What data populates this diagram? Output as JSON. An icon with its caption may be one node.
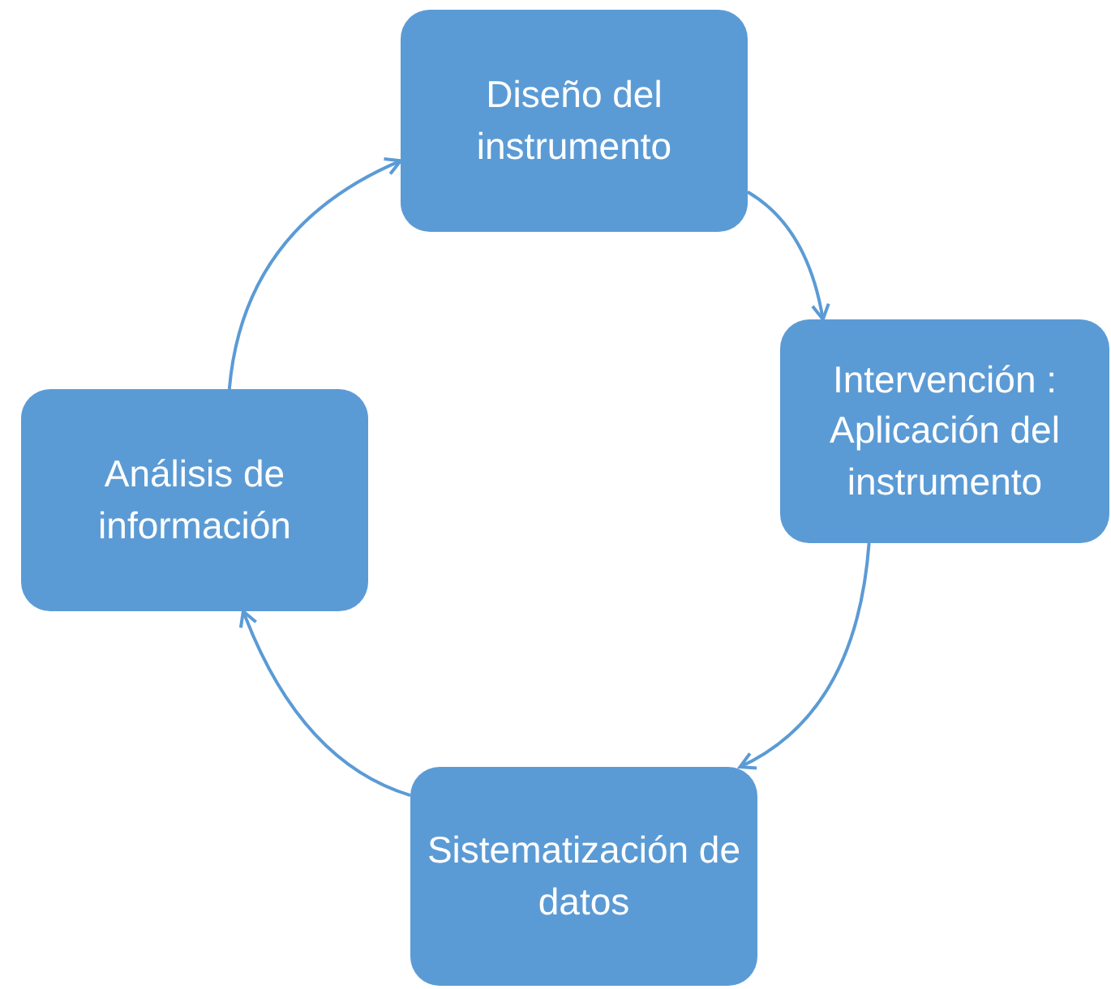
{
  "diagram": {
    "nodes": [
      {
        "text": [
          "Diseño del instrumento"
        ]
      },
      {
        "text": [
          "Intervención : Aplicación del instrumento"
        ]
      },
      {
        "text": [
          "Sistematización de datos"
        ]
      },
      {
        "text": [
          "Análisis de información"
        ]
      }
    ],
    "edges": [
      {
        "from": 0,
        "to": 1,
        "arrow": "to"
      },
      {
        "from": 1,
        "to": 2,
        "arrow": "to"
      },
      {
        "from": 2,
        "to": 3,
        "arrow": "to"
      },
      {
        "from": 3,
        "to": 0,
        "arrow": "to"
      }
    ]
  }
}
